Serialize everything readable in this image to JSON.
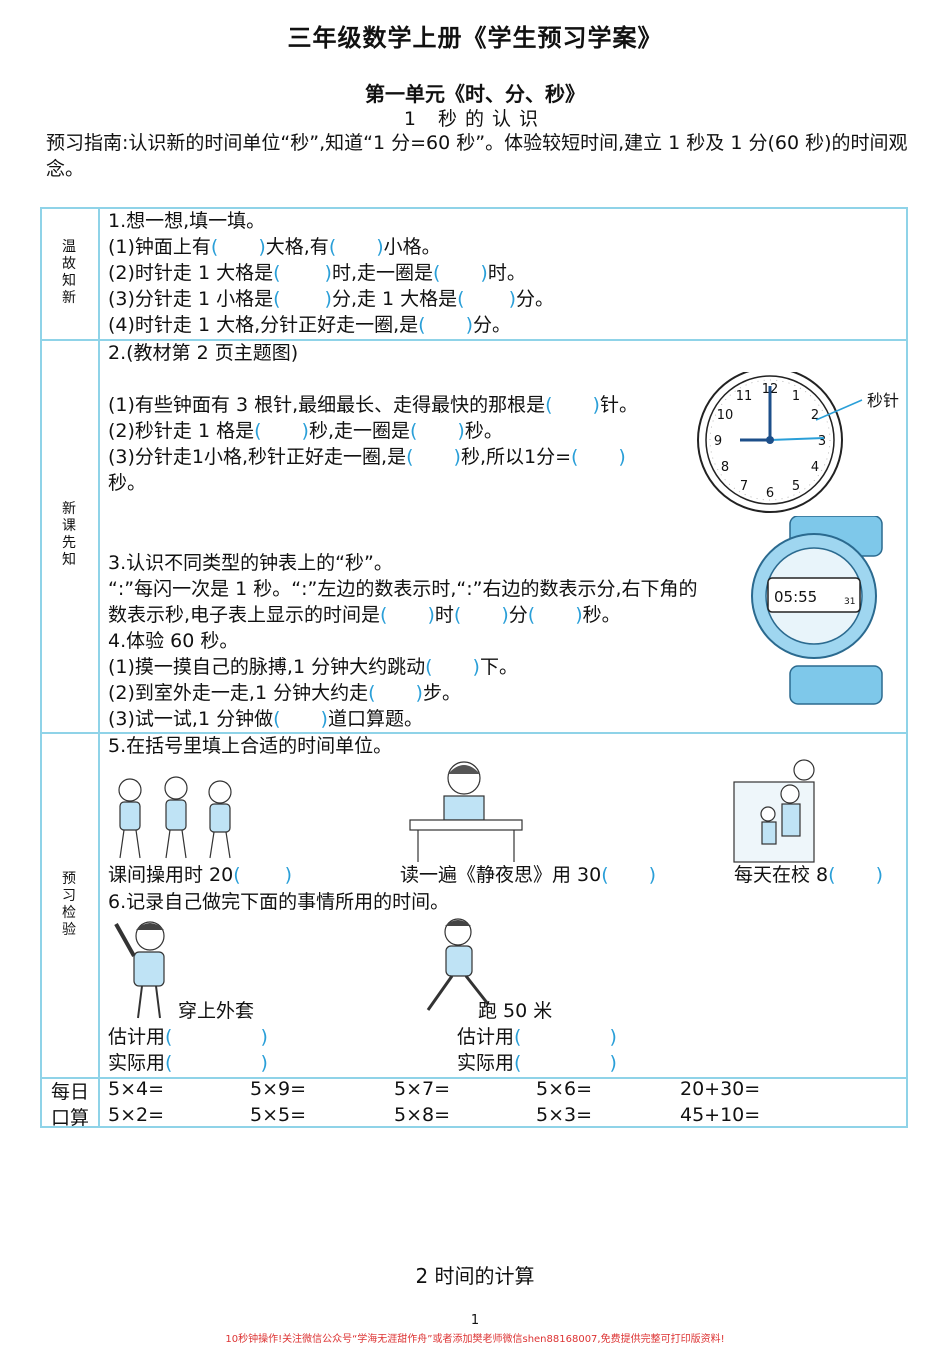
{
  "header": {
    "title": "三年级数学上册《学生预习学案》",
    "unit": "第一单元《时、分、秒》",
    "lesson": "1 秒的认识",
    "guide": "预习指南:认识新的时间单位“秒”,知道“1 分=60 秒”。体验较短时间,建立 1 秒及 1 分(60 秒)的时间观念。"
  },
  "sections": {
    "review": "温故知新",
    "new": "新课先知",
    "check": "预习检验",
    "daily_line1": "每日",
    "daily_line2": "口算"
  },
  "q1": {
    "head": "1.想一想,填一填。",
    "p1a": "(1)钟面上有",
    "p1b": "大格,有",
    "p1c": "小格。",
    "p2a": "(2)时针走 1 大格是",
    "p2b": "时,走一圈是",
    "p2c": "时。",
    "p3a": "(3)分针走 1 小格是",
    "p3b": "分,走 1 大格是",
    "p3c": "分。",
    "p4a": "(4)时针走 1 大格,分针正好走一圈,是",
    "p4b": "分。"
  },
  "q2": {
    "head": "2.(教材第 2 页主题图)",
    "p1a": "(1)有些钟面有 3 根针,最细最长、走得最快的那根是",
    "p1b": "针。",
    "p2a": "(2)秒针走 1 格是",
    "p2b": "秒,走一圈是",
    "p2c": "秒。",
    "p3a": "(3)分针走1小格,秒针正好走一圈,是",
    "p3b": "秒,所以1分=",
    "p3c": "秒。",
    "clock_label": "秒针",
    "clock_numbers": [
      "12",
      "1",
      "2",
      "3",
      "4",
      "5",
      "6",
      "7",
      "8",
      "9",
      "10",
      "11"
    ]
  },
  "q3": {
    "head": "3.认识不同类型的钟表上的“秒”。",
    "l1": "“:”每闪一次是 1 秒。“:”左边的数表示时,“:”右边的数表示分,右下角的",
    "l2a": "数表示秒,电子表上显示的时间是",
    "l2b": "时",
    "l2c": "分",
    "l2d": "秒。",
    "watch_display": "05:55",
    "watch_seconds": "31"
  },
  "q4": {
    "head": "4.体验 60 秒。",
    "p1a": "(1)摸一摸自己的脉搏,1 分钟大约跳动",
    "p1b": "下。",
    "p2a": "(2)到室外走一走,1 分钟大约走",
    "p2b": "步。",
    "p3a": "(3)试一试,1 分钟做",
    "p3b": "道口算题。"
  },
  "q5": {
    "head": "5.在括号里填上合适的时间单位。",
    "a": "课间操用时 20",
    "b": "读一遍《静夜思》用 30",
    "c": "每天在校 8"
  },
  "q6": {
    "head": "6.记录自己做完下面的事情所用的时间。",
    "task1": "穿上外套",
    "task2": "跑 50 米",
    "estimate": "估计用",
    "actual": "实际用"
  },
  "brackets": {
    "open": "(",
    "close": ")"
  },
  "daily": {
    "row1": [
      "5×4=",
      "5×9=",
      "5×7=",
      "5×6=",
      "20+30="
    ],
    "row2": [
      "5×2=",
      "5×5=",
      "5×8=",
      "5×3=",
      "45+10="
    ]
  },
  "footer": {
    "next_lesson": "2 时间的计算",
    "page": "1",
    "promo": "10秒钟操作!关注微信公众号“学海无涯甜作舟”或者添加樊老师微信shen88168007,免费提供完整可打印版资料!"
  }
}
